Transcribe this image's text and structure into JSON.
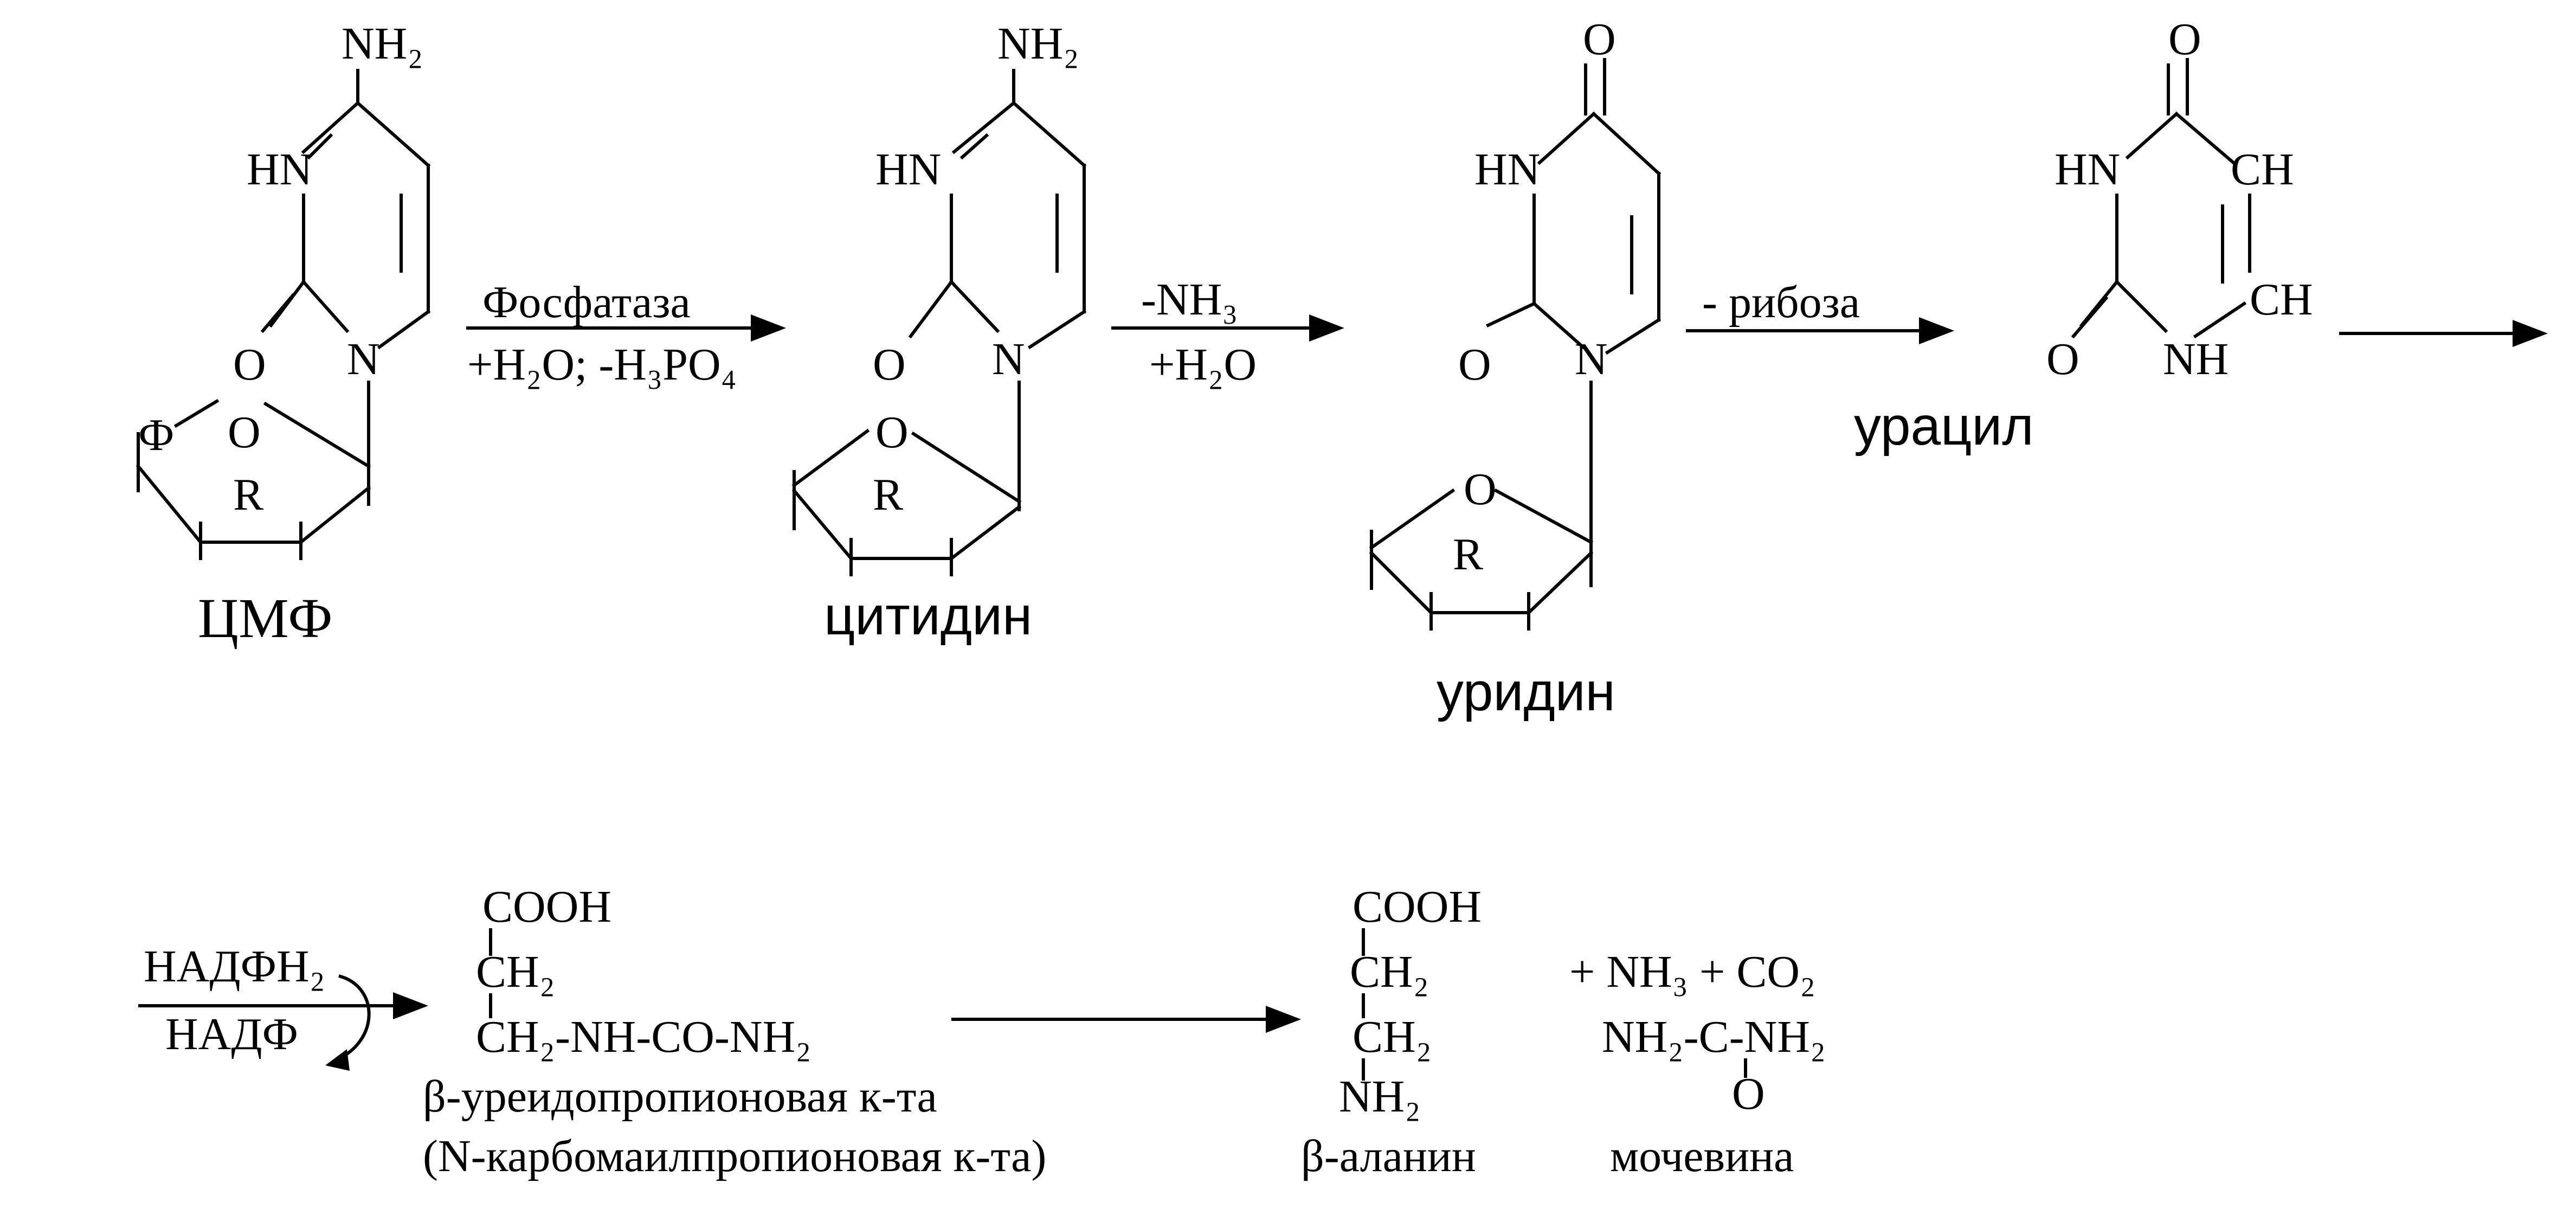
{
  "compounds": {
    "cmp": {
      "name": "ЦМФ",
      "nh2": "NH₂",
      "hn": "HN",
      "o": "O",
      "n": "N",
      "phi": "Ф",
      "ring_o": "O",
      "r": "R"
    },
    "cytidine": {
      "name": "цитидин",
      "nh2": "NH₂",
      "hn": "HN",
      "o": "O",
      "n": "N",
      "ring_o": "O",
      "r": "R"
    },
    "uridine": {
      "name": "уридин",
      "o_top": "O",
      "hn": "HN",
      "o": "O",
      "n": "N",
      "ring_o": "O",
      "r": "R"
    },
    "uracil": {
      "name": "урацил",
      "o_top": "O",
      "hn": "HN",
      "ch1": "CH",
      "ch2": "CH",
      "o": "O",
      "nh": "NH"
    },
    "ureido": {
      "cooh": "COOH",
      "ch2": "CH₂",
      "chain": "CH₂-NH-CO-NH₂",
      "name1": "β-уреидопропионовая к-та",
      "name2": "(N-карбомаилпропионовая к-та)"
    },
    "alanine": {
      "cooh": "COOH",
      "ch2a": "CH₂",
      "ch2b": "CH₂",
      "nh2": "NH₂",
      "name": "β-аланин"
    },
    "urea": {
      "byproducts": "+ NH₃ + CO₂",
      "formula": "NH₂-C-NH₂",
      "o": "O",
      "name": "мочевина"
    }
  },
  "arrows": {
    "a1": {
      "top": "Фосфатаза",
      "bottom": "+H₂O; -H₃PO₄"
    },
    "a2": {
      "top": "-NH₃",
      "bottom": "+H₂O"
    },
    "a3": {
      "top": "- рибоза"
    },
    "a5": {
      "top": "НАДФН₂",
      "bottom": "НАДФ"
    }
  }
}
